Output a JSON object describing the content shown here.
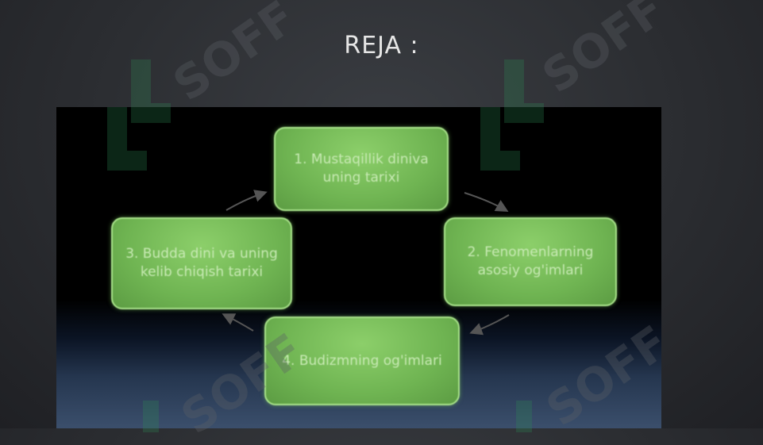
{
  "slide": {
    "title": "REJA :"
  },
  "cycle": {
    "steps": [
      {
        "label": "1. Mustaqillik diniva uning tarixi"
      },
      {
        "label": "2. Fenomenlarning asosiy og'imlari"
      },
      {
        "label": "4. Budizmning og'imlari"
      },
      {
        "label": "3. Budda dini va uning kelib chiqish tarixi"
      }
    ]
  },
  "watermark": {
    "text": "SOFF"
  },
  "colors": {
    "box_fill": "#6fb452",
    "box_border": "#a8e28a",
    "arrow": "#555555",
    "background": "#2b2d31"
  }
}
